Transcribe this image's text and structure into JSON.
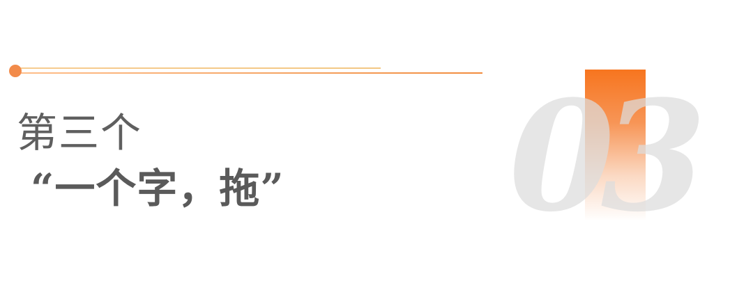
{
  "header": {
    "line1": "第三个",
    "line2": "“一个字，拖”"
  },
  "section": {
    "number": "03"
  },
  "colors": {
    "accent_orange": "#f7751f",
    "dot_orange": "#f28b4a",
    "title_gray": "#5f5f5f",
    "number_gray": "#dcdcdc"
  }
}
